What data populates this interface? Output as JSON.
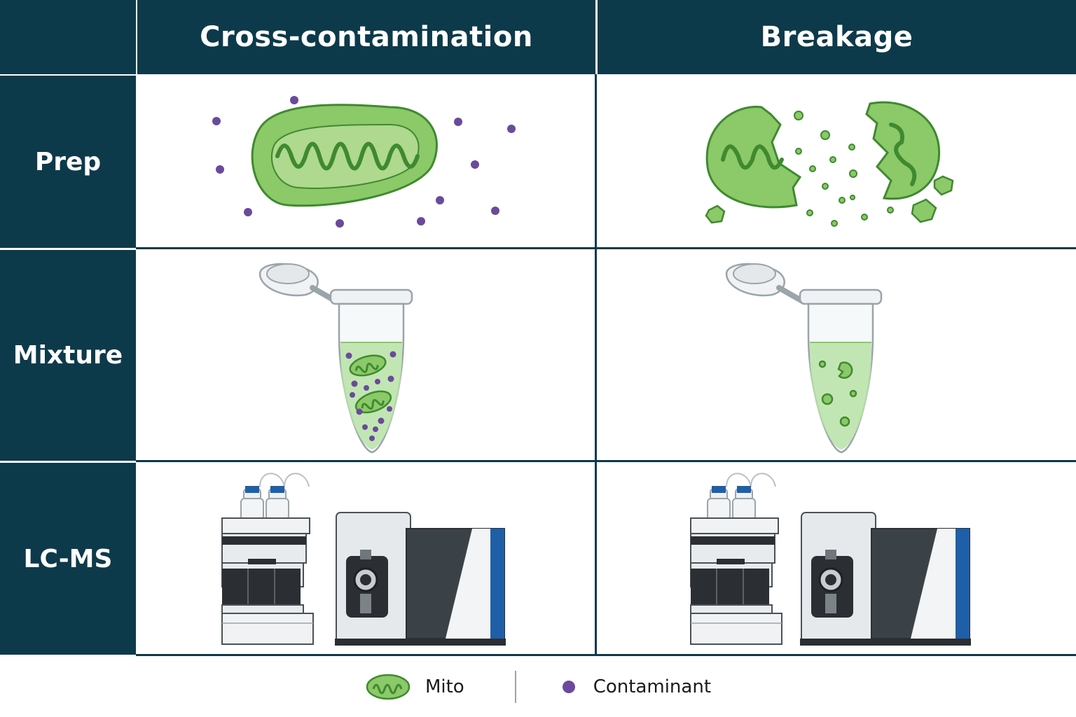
{
  "columns": [
    {
      "label": "Cross-contamination"
    },
    {
      "label": "Breakage"
    }
  ],
  "rows": [
    {
      "label": "Prep"
    },
    {
      "label": "Mixture"
    },
    {
      "label": "LC-MS"
    }
  ],
  "legend": {
    "mito_label": "Mito",
    "contaminant_label": "Contaminant"
  },
  "colors": {
    "header_bg": "#0d3a4a",
    "mito_fill": "#8cc968",
    "mito_stroke": "#3f8a2f",
    "contaminant": "#6a4a9c",
    "instrument_blue": "#1f5fa8"
  },
  "icons": [
    "mitochondrion-icon",
    "contaminant-dot-icon",
    "microtube-icon",
    "lc-ms-instrument-icon"
  ]
}
